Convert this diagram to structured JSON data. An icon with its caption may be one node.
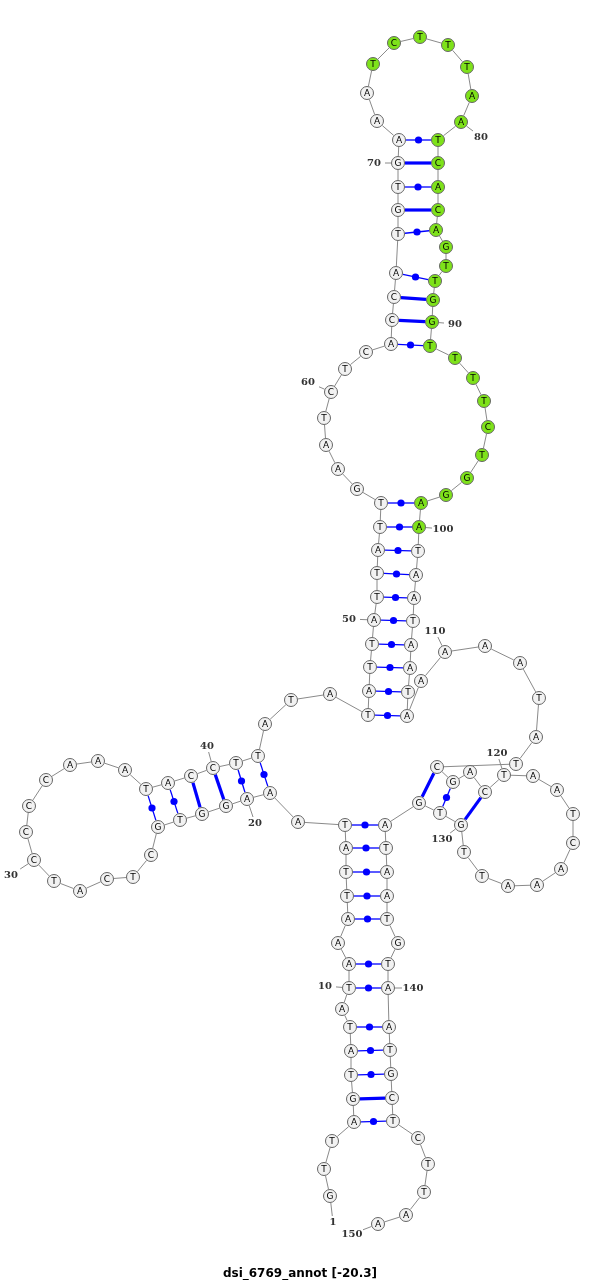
{
  "diagram": {
    "caption": "dsi_6769_annot [-20.3]",
    "nodes": [
      {
        "text": [
          "G"
        ]
      },
      {
        "text": [
          "T"
        ]
      },
      {
        "text": [
          "T"
        ]
      },
      {
        "text": [
          "A"
        ]
      },
      {
        "text": [
          "G"
        ]
      },
      {
        "text": [
          "T"
        ]
      },
      {
        "text": [
          "A"
        ]
      },
      {
        "text": [
          "T"
        ]
      },
      {
        "text": [
          "A"
        ]
      },
      {
        "text": [
          "T"
        ]
      },
      {
        "text": [
          "A"
        ]
      },
      {
        "text": [
          "A"
        ]
      },
      {
        "text": [
          "A"
        ]
      },
      {
        "text": [
          "T"
        ]
      },
      {
        "text": [
          "T"
        ]
      },
      {
        "text": [
          "A"
        ]
      },
      {
        "text": [
          "T"
        ]
      },
      {
        "text": [
          "A"
        ]
      },
      {
        "text": [
          "A"
        ]
      },
      {
        "text": [
          "A"
        ]
      },
      {
        "text": [
          "G"
        ]
      },
      {
        "text": [
          "G"
        ]
      },
      {
        "text": [
          "T"
        ]
      },
      {
        "text": [
          "G"
        ]
      },
      {
        "text": [
          "C"
        ]
      },
      {
        "text": [
          "T"
        ]
      },
      {
        "text": [
          "C"
        ]
      },
      {
        "text": [
          "A"
        ]
      },
      {
        "text": [
          "T"
        ]
      },
      {
        "text": [
          "C"
        ]
      },
      {
        "text": [
          "C"
        ]
      },
      {
        "text": [
          "C"
        ]
      },
      {
        "text": [
          "C"
        ]
      },
      {
        "text": [
          "A"
        ]
      },
      {
        "text": [
          "A"
        ]
      },
      {
        "text": [
          "A"
        ]
      },
      {
        "text": [
          "T"
        ]
      },
      {
        "text": [
          "A"
        ]
      },
      {
        "text": [
          "C"
        ]
      },
      {
        "text": [
          "C"
        ]
      },
      {
        "text": [
          "T"
        ]
      },
      {
        "text": [
          "T"
        ]
      },
      {
        "text": [
          "A"
        ]
      },
      {
        "text": [
          "T"
        ]
      },
      {
        "text": [
          "A"
        ]
      },
      {
        "text": [
          "T"
        ]
      },
      {
        "text": [
          "A"
        ]
      },
      {
        "text": [
          "T"
        ]
      },
      {
        "text": [
          "T"
        ]
      },
      {
        "text": [
          "A"
        ]
      },
      {
        "text": [
          "T"
        ]
      },
      {
        "text": [
          "T"
        ]
      },
      {
        "text": [
          "A"
        ]
      },
      {
        "text": [
          "T"
        ]
      },
      {
        "text": [
          "T"
        ]
      },
      {
        "text": [
          "G"
        ]
      },
      {
        "text": [
          "A"
        ]
      },
      {
        "text": [
          "A"
        ]
      },
      {
        "text": [
          "T"
        ]
      },
      {
        "text": [
          "C"
        ]
      },
      {
        "text": [
          "T"
        ]
      },
      {
        "text": [
          "C"
        ]
      },
      {
        "text": [
          "A"
        ]
      },
      {
        "text": [
          "C"
        ]
      },
      {
        "text": [
          "C"
        ]
      },
      {
        "text": [
          "A"
        ]
      },
      {
        "text": [
          "T"
        ]
      },
      {
        "text": [
          "G"
        ]
      },
      {
        "text": [
          "T"
        ]
      },
      {
        "text": [
          "G"
        ]
      },
      {
        "text": [
          "A"
        ]
      },
      {
        "text": [
          "A"
        ]
      },
      {
        "text": [
          "A"
        ]
      },
      {
        "text": [
          "T"
        ]
      },
      {
        "text": [
          "C"
        ]
      },
      {
        "text": [
          "T"
        ]
      },
      {
        "text": [
          "T"
        ]
      },
      {
        "text": [
          "T"
        ]
      },
      {
        "text": [
          "A"
        ]
      },
      {
        "text": [
          "A"
        ]
      },
      {
        "text": [
          "T"
        ]
      },
      {
        "text": [
          "C"
        ]
      },
      {
        "text": [
          "A"
        ]
      },
      {
        "text": [
          "C"
        ]
      },
      {
        "text": [
          "A"
        ]
      },
      {
        "text": [
          "G"
        ]
      },
      {
        "text": [
          "T"
        ]
      },
      {
        "text": [
          "T"
        ]
      },
      {
        "text": [
          "G"
        ]
      },
      {
        "text": [
          "G"
        ]
      },
      {
        "text": [
          "T"
        ]
      },
      {
        "text": [
          "T"
        ]
      },
      {
        "text": [
          "T"
        ]
      },
      {
        "text": [
          "T"
        ]
      },
      {
        "text": [
          "C"
        ]
      },
      {
        "text": [
          "T"
        ]
      },
      {
        "text": [
          "G"
        ]
      },
      {
        "text": [
          "G"
        ]
      },
      {
        "text": [
          "A"
        ]
      },
      {
        "text": [
          "A"
        ]
      },
      {
        "text": [
          "T"
        ]
      },
      {
        "text": [
          "A"
        ]
      },
      {
        "text": [
          "A"
        ]
      },
      {
        "text": [
          "T"
        ]
      },
      {
        "text": [
          "A"
        ]
      },
      {
        "text": [
          "A"
        ]
      },
      {
        "text": [
          "T"
        ]
      },
      {
        "text": [
          "A"
        ]
      },
      {
        "text": [
          "A"
        ]
      },
      {
        "text": [
          "A"
        ]
      },
      {
        "text": [
          "A"
        ]
      },
      {
        "text": [
          "A"
        ]
      },
      {
        "text": [
          "T"
        ]
      },
      {
        "text": [
          "A"
        ]
      },
      {
        "text": [
          "T"
        ]
      },
      {
        "text": [
          "C"
        ]
      },
      {
        "text": [
          "G"
        ]
      },
      {
        "text": [
          "A"
        ]
      },
      {
        "text": [
          "C"
        ]
      },
      {
        "text": [
          "T"
        ]
      },
      {
        "text": [
          "A"
        ]
      },
      {
        "text": [
          "A"
        ]
      },
      {
        "text": [
          "T"
        ]
      },
      {
        "text": [
          "C"
        ]
      },
      {
        "text": [
          "A"
        ]
      },
      {
        "text": [
          "A"
        ]
      },
      {
        "text": [
          "A"
        ]
      },
      {
        "text": [
          "T"
        ]
      },
      {
        "text": [
          "T"
        ]
      },
      {
        "text": [
          "G"
        ]
      },
      {
        "text": [
          "T"
        ]
      },
      {
        "text": [
          "G"
        ]
      },
      {
        "text": [
          "A"
        ]
      },
      {
        "text": [
          "T"
        ]
      },
      {
        "text": [
          "A"
        ]
      },
      {
        "text": [
          "A"
        ]
      },
      {
        "text": [
          "T"
        ]
      },
      {
        "text": [
          "G"
        ]
      },
      {
        "text": [
          "T"
        ]
      },
      {
        "text": [
          "A"
        ]
      },
      {
        "text": [
          "A"
        ]
      },
      {
        "text": [
          "T"
        ]
      },
      {
        "text": [
          "G"
        ]
      },
      {
        "text": [
          "C"
        ]
      },
      {
        "text": [
          "T"
        ]
      },
      {
        "text": [
          "C"
        ]
      },
      {
        "text": [
          "T"
        ]
      },
      {
        "text": [
          "T"
        ]
      },
      {
        "text": [
          "A"
        ]
      },
      {
        "text": [
          "A"
        ]
      },
      {
        "text": [
          "1"
        ]
      },
      {
        "text": [
          "10"
        ]
      },
      {
        "text": [
          "20"
        ]
      },
      {
        "text": [
          "30"
        ]
      },
      {
        "text": [
          "40"
        ]
      },
      {
        "text": [
          "50"
        ]
      },
      {
        "text": [
          "60"
        ]
      },
      {
        "text": [
          "70"
        ]
      },
      {
        "text": [
          "80"
        ]
      },
      {
        "text": [
          "90"
        ]
      },
      {
        "text": [
          "100"
        ]
      },
      {
        "text": [
          "110"
        ]
      },
      {
        "text": [
          "120"
        ]
      },
      {
        "text": [
          "130"
        ]
      },
      {
        "text": [
          "140"
        ]
      },
      {
        "text": [
          "150"
        ]
      }
    ],
    "edges": [
      {
        "from": 0,
        "to": 1,
        "arrow": "none"
      },
      {
        "from": 1,
        "to": 2,
        "arrow": "none"
      },
      {
        "from": 2,
        "to": 3,
        "arrow": "none"
      },
      {
        "from": 3,
        "to": 4,
        "arrow": "none"
      },
      {
        "from": 4,
        "to": 5,
        "arrow": "none"
      },
      {
        "from": 5,
        "to": 6,
        "arrow": "none"
      },
      {
        "from": 6,
        "to": 7,
        "arrow": "none"
      },
      {
        "from": 7,
        "to": 8,
        "arrow": "none"
      },
      {
        "from": 8,
        "to": 9,
        "arrow": "none"
      },
      {
        "from": 9,
        "to": 10,
        "arrow": "none"
      },
      {
        "from": 10,
        "to": 11,
        "arrow": "none"
      },
      {
        "from": 11,
        "to": 12,
        "arrow": "none"
      },
      {
        "from": 12,
        "to": 13,
        "arrow": "none"
      },
      {
        "from": 13,
        "to": 14,
        "arrow": "none"
      },
      {
        "from": 14,
        "to": 15,
        "arrow": "none"
      },
      {
        "from": 15,
        "to": 16,
        "arrow": "none"
      },
      {
        "from": 16,
        "to": 17,
        "arrow": "none"
      },
      {
        "from": 17,
        "to": 18,
        "arrow": "none"
      },
      {
        "from": 18,
        "to": 19,
        "arrow": "none"
      },
      {
        "from": 19,
        "to": 20,
        "arrow": "none"
      },
      {
        "from": 20,
        "to": 21,
        "arrow": "none"
      },
      {
        "from": 21,
        "to": 22,
        "arrow": "none"
      },
      {
        "from": 22,
        "to": 23,
        "arrow": "none"
      },
      {
        "from": 23,
        "to": 24,
        "arrow": "none"
      },
      {
        "from": 24,
        "to": 25,
        "arrow": "none"
      },
      {
        "from": 25,
        "to": 26,
        "arrow": "none"
      },
      {
        "from": 26,
        "to": 27,
        "arrow": "none"
      },
      {
        "from": 27,
        "to": 28,
        "arrow": "none"
      },
      {
        "from": 28,
        "to": 29,
        "arrow": "none"
      },
      {
        "from": 29,
        "to": 30,
        "arrow": "none"
      },
      {
        "from": 30,
        "to": 31,
        "arrow": "none"
      },
      {
        "from": 31,
        "to": 32,
        "arrow": "none"
      },
      {
        "from": 32,
        "to": 33,
        "arrow": "none"
      },
      {
        "from": 33,
        "to": 34,
        "arrow": "none"
      },
      {
        "from": 34,
        "to": 35,
        "arrow": "none"
      },
      {
        "from": 35,
        "to": 36,
        "arrow": "none"
      },
      {
        "from": 36,
        "to": 37,
        "arrow": "none"
      },
      {
        "from": 37,
        "to": 38,
        "arrow": "none"
      },
      {
        "from": 38,
        "to": 39,
        "arrow": "none"
      },
      {
        "from": 39,
        "to": 40,
        "arrow": "none"
      },
      {
        "from": 40,
        "to": 41,
        "arrow": "none"
      },
      {
        "from": 41,
        "to": 42,
        "arrow": "none"
      },
      {
        "from": 42,
        "to": 43,
        "arrow": "none"
      },
      {
        "from": 43,
        "to": 44,
        "arrow": "none"
      },
      {
        "from": 44,
        "to": 45,
        "arrow": "none"
      },
      {
        "from": 45,
        "to": 46,
        "arrow": "none"
      },
      {
        "from": 46,
        "to": 47,
        "arrow": "none"
      },
      {
        "from": 47,
        "to": 48,
        "arrow": "none"
      },
      {
        "from": 48,
        "to": 49,
        "arrow": "none"
      },
      {
        "from": 49,
        "to": 50,
        "arrow": "none"
      },
      {
        "from": 50,
        "to": 51,
        "arrow": "none"
      },
      {
        "from": 51,
        "to": 52,
        "arrow": "none"
      },
      {
        "from": 52,
        "to": 53,
        "arrow": "none"
      },
      {
        "from": 53,
        "to": 54,
        "arrow": "none"
      },
      {
        "from": 54,
        "to": 55,
        "arrow": "none"
      },
      {
        "from": 55,
        "to": 56,
        "arrow": "none"
      },
      {
        "from": 56,
        "to": 57,
        "arrow": "none"
      },
      {
        "from": 57,
        "to": 58,
        "arrow": "none"
      },
      {
        "from": 58,
        "to": 59,
        "arrow": "none"
      },
      {
        "from": 59,
        "to": 60,
        "arrow": "none"
      },
      {
        "from": 60,
        "to": 61,
        "arrow": "none"
      },
      {
        "from": 61,
        "to": 62,
        "arrow": "none"
      },
      {
        "from": 62,
        "to": 63,
        "arrow": "none"
      },
      {
        "from": 63,
        "to": 64,
        "arrow": "none"
      },
      {
        "from": 64,
        "to": 65,
        "arrow": "none"
      },
      {
        "from": 65,
        "to": 66,
        "arrow": "none"
      },
      {
        "from": 66,
        "to": 67,
        "arrow": "none"
      },
      {
        "from": 67,
        "to": 68,
        "arrow": "none"
      },
      {
        "from": 68,
        "to": 69,
        "arrow": "none"
      },
      {
        "from": 69,
        "to": 70,
        "arrow": "none"
      },
      {
        "from": 70,
        "to": 71,
        "arrow": "none"
      },
      {
        "from": 71,
        "to": 72,
        "arrow": "none"
      },
      {
        "from": 72,
        "to": 73,
        "arrow": "none"
      },
      {
        "from": 73,
        "to": 74,
        "arrow": "none"
      },
      {
        "from": 74,
        "to": 75,
        "arrow": "none"
      },
      {
        "from": 75,
        "to": 76,
        "arrow": "none"
      },
      {
        "from": 76,
        "to": 77,
        "arrow": "none"
      },
      {
        "from": 77,
        "to": 78,
        "arrow": "none"
      },
      {
        "from": 78,
        "to": 79,
        "arrow": "none"
      },
      {
        "from": 79,
        "to": 80,
        "arrow": "none"
      },
      {
        "from": 80,
        "to": 81,
        "arrow": "none"
      },
      {
        "from": 81,
        "to": 82,
        "arrow": "none"
      },
      {
        "from": 82,
        "to": 83,
        "arrow": "none"
      },
      {
        "from": 83,
        "to": 84,
        "arrow": "none"
      },
      {
        "from": 84,
        "to": 85,
        "arrow": "none"
      },
      {
        "from": 85,
        "to": 86,
        "arrow": "none"
      },
      {
        "from": 86,
        "to": 87,
        "arrow": "none"
      },
      {
        "from": 87,
        "to": 88,
        "arrow": "none"
      },
      {
        "from": 88,
        "to": 89,
        "arrow": "none"
      },
      {
        "from": 89,
        "to": 90,
        "arrow": "none"
      },
      {
        "from": 90,
        "to": 91,
        "arrow": "none"
      },
      {
        "from": 91,
        "to": 92,
        "arrow": "none"
      },
      {
        "from": 92,
        "to": 93,
        "arrow": "none"
      },
      {
        "from": 93,
        "to": 94,
        "arrow": "none"
      },
      {
        "from": 94,
        "to": 95,
        "arrow": "none"
      },
      {
        "from": 95,
        "to": 96,
        "arrow": "none"
      },
      {
        "from": 96,
        "to": 97,
        "arrow": "none"
      },
      {
        "from": 97,
        "to": 98,
        "arrow": "none"
      },
      {
        "from": 98,
        "to": 99,
        "arrow": "none"
      },
      {
        "from": 99,
        "to": 100,
        "arrow": "none"
      },
      {
        "from": 100,
        "to": 101,
        "arrow": "none"
      },
      {
        "from": 101,
        "to": 102,
        "arrow": "none"
      },
      {
        "from": 102,
        "to": 103,
        "arrow": "none"
      },
      {
        "from": 103,
        "to": 104,
        "arrow": "none"
      },
      {
        "from": 104,
        "to": 105,
        "arrow": "none"
      },
      {
        "from": 105,
        "to": 106,
        "arrow": "none"
      },
      {
        "from": 106,
        "to": 107,
        "arrow": "none"
      },
      {
        "from": 107,
        "to": 108,
        "arrow": "none"
      },
      {
        "from": 108,
        "to": 109,
        "arrow": "none"
      },
      {
        "from": 109,
        "to": 110,
        "arrow": "none"
      },
      {
        "from": 110,
        "to": 111,
        "arrow": "none"
      },
      {
        "from": 111,
        "to": 112,
        "arrow": "none"
      },
      {
        "from": 112,
        "to": 113,
        "arrow": "none"
      },
      {
        "from": 113,
        "to": 114,
        "arrow": "none"
      },
      {
        "from": 114,
        "to": 115,
        "arrow": "none"
      },
      {
        "from": 115,
        "to": 116,
        "arrow": "none"
      },
      {
        "from": 116,
        "to": 117,
        "arrow": "none"
      },
      {
        "from": 117,
        "to": 118,
        "arrow": "none"
      },
      {
        "from": 118,
        "to": 119,
        "arrow": "none"
      },
      {
        "from": 119,
        "to": 120,
        "arrow": "none"
      },
      {
        "from": 120,
        "to": 121,
        "arrow": "none"
      },
      {
        "from": 121,
        "to": 122,
        "arrow": "none"
      },
      {
        "from": 122,
        "to": 123,
        "arrow": "none"
      },
      {
        "from": 123,
        "to": 124,
        "arrow": "none"
      },
      {
        "from": 124,
        "to": 125,
        "arrow": "none"
      },
      {
        "from": 125,
        "to": 126,
        "arrow": "none"
      },
      {
        "from": 126,
        "to": 127,
        "arrow": "none"
      },
      {
        "from": 127,
        "to": 128,
        "arrow": "none"
      },
      {
        "from": 128,
        "to": 129,
        "arrow": "none"
      },
      {
        "from": 129,
        "to": 130,
        "arrow": "none"
      },
      {
        "from": 130,
        "to": 131,
        "arrow": "none"
      },
      {
        "from": 131,
        "to": 132,
        "arrow": "none"
      },
      {
        "from": 132,
        "to": 133,
        "arrow": "none"
      },
      {
        "from": 133,
        "to": 134,
        "arrow": "none"
      },
      {
        "from": 134,
        "to": 135,
        "arrow": "none"
      },
      {
        "from": 135,
        "to": 136,
        "arrow": "none"
      },
      {
        "from": 136,
        "to": 137,
        "arrow": "none"
      },
      {
        "from": 137,
        "to": 138,
        "arrow": "none"
      },
      {
        "from": 138,
        "to": 139,
        "arrow": "none"
      },
      {
        "from": 139,
        "to": 140,
        "arrow": "none"
      },
      {
        "from": 140,
        "to": 141,
        "arrow": "none"
      },
      {
        "from": 141,
        "to": 142,
        "arrow": "none"
      },
      {
        "from": 142,
        "to": 143,
        "arrow": "none"
      },
      {
        "from": 143,
        "to": 144,
        "arrow": "none"
      },
      {
        "from": 144,
        "to": 145,
        "arrow": "none"
      },
      {
        "from": 145,
        "to": 146,
        "arrow": "none"
      },
      {
        "from": 146,
        "to": 147,
        "arrow": "none"
      },
      {
        "from": 147,
        "to": 148,
        "arrow": "none"
      },
      {
        "from": 148,
        "to": 149,
        "arrow": "none"
      },
      {
        "from": 3,
        "to": 144,
        "arrow": "none",
        "color": "#0000ff"
      },
      {
        "from": 4,
        "to": 143,
        "arrow": "none",
        "color": "#0000ff",
        "style": "thick"
      },
      {
        "from": 5,
        "to": 142,
        "arrow": "none",
        "color": "#0000ff"
      },
      {
        "from": 6,
        "to": 141,
        "arrow": "none",
        "color": "#0000ff"
      },
      {
        "from": 7,
        "to": 140,
        "arrow": "none",
        "color": "#0000ff"
      },
      {
        "from": 9,
        "to": 139,
        "arrow": "none",
        "color": "#0000ff"
      },
      {
        "from": 10,
        "to": 138,
        "arrow": "none",
        "color": "#0000ff"
      },
      {
        "from": 12,
        "to": 136,
        "arrow": "none",
        "color": "#0000ff"
      },
      {
        "from": 13,
        "to": 135,
        "arrow": "none",
        "color": "#0000ff"
      },
      {
        "from": 14,
        "to": 134,
        "arrow": "none",
        "color": "#0000ff"
      },
      {
        "from": 15,
        "to": 133,
        "arrow": "none",
        "color": "#0000ff"
      },
      {
        "from": 16,
        "to": 132,
        "arrow": "none",
        "color": "#0000ff"
      },
      {
        "from": 36,
        "to": 23,
        "arrow": "none",
        "color": "#0000ff"
      },
      {
        "from": 37,
        "to": 22,
        "arrow": "none",
        "color": "#0000ff"
      },
      {
        "from": 38,
        "to": 21,
        "arrow": "none",
        "color": "#0000ff",
        "style": "thick"
      },
      {
        "from": 39,
        "to": 20,
        "arrow": "none",
        "color": "#0000ff",
        "style": "thick"
      },
      {
        "from": 40,
        "to": 19,
        "arrow": "none",
        "color": "#0000ff"
      },
      {
        "from": 41,
        "to": 18,
        "arrow": "none",
        "color": "#0000ff"
      },
      {
        "from": 45,
        "to": 107,
        "arrow": "none",
        "color": "#0000ff"
      },
      {
        "from": 46,
        "to": 106,
        "arrow": "none",
        "color": "#0000ff"
      },
      {
        "from": 47,
        "to": 105,
        "arrow": "none",
        "color": "#0000ff"
      },
      {
        "from": 48,
        "to": 104,
        "arrow": "none",
        "color": "#0000ff"
      },
      {
        "from": 49,
        "to": 103,
        "arrow": "none",
        "color": "#0000ff"
      },
      {
        "from": 50,
        "to": 102,
        "arrow": "none",
        "color": "#0000ff"
      },
      {
        "from": 51,
        "to": 101,
        "arrow": "none",
        "color": "#0000ff"
      },
      {
        "from": 52,
        "to": 100,
        "arrow": "none",
        "color": "#0000ff"
      },
      {
        "from": 53,
        "to": 99,
        "arrow": "none",
        "color": "#0000ff"
      },
      {
        "from": 54,
        "to": 98,
        "arrow": "none",
        "color": "#0000ff"
      },
      {
        "from": 62,
        "to": 90,
        "arrow": "none",
        "color": "#0000ff"
      },
      {
        "from": 63,
        "to": 89,
        "arrow": "none",
        "color": "#0000ff",
        "style": "thick"
      },
      {
        "from": 64,
        "to": 88,
        "arrow": "none",
        "color": "#0000ff",
        "style": "thick"
      },
      {
        "from": 65,
        "to": 87,
        "arrow": "none",
        "color": "#0000ff"
      },
      {
        "from": 66,
        "to": 84,
        "arrow": "none",
        "color": "#0000ff"
      },
      {
        "from": 67,
        "to": 83,
        "arrow": "none",
        "color": "#0000ff",
        "style": "thick"
      },
      {
        "from": 68,
        "to": 82,
        "arrow": "none",
        "color": "#0000ff"
      },
      {
        "from": 69,
        "to": 81,
        "arrow": "none",
        "color": "#0000ff",
        "style": "thick"
      },
      {
        "from": 70,
        "to": 80,
        "arrow": "none",
        "color": "#0000ff"
      },
      {
        "from": 115,
        "to": 131,
        "arrow": "none",
        "color": "#0000ff",
        "style": "thick"
      },
      {
        "from": 116,
        "to": 130,
        "arrow": "none",
        "color": "#0000ff"
      },
      {
        "from": 118,
        "to": 129,
        "arrow": "none",
        "color": "#0000ff",
        "style": "thick"
      },
      {
        "from": 150,
        "to": 0,
        "arrow": "none"
      },
      {
        "from": 151,
        "to": 9,
        "arrow": "none"
      },
      {
        "from": 152,
        "to": 19,
        "arrow": "none"
      },
      {
        "from": 153,
        "to": 29,
        "arrow": "none"
      },
      {
        "from": 154,
        "to": 39,
        "arrow": "none"
      },
      {
        "from": 155,
        "to": 49,
        "arrow": "none"
      },
      {
        "from": 156,
        "to": 59,
        "arrow": "none"
      },
      {
        "from": 157,
        "to": 69,
        "arrow": "none"
      },
      {
        "from": 158,
        "to": 79,
        "arrow": "none"
      },
      {
        "from": 159,
        "to": 89,
        "arrow": "none"
      },
      {
        "from": 160,
        "to": 99,
        "arrow": "none"
      },
      {
        "from": 161,
        "to": 109,
        "arrow": "none"
      },
      {
        "from": 162,
        "to": 119,
        "arrow": "none"
      },
      {
        "from": 163,
        "to": 129,
        "arrow": "none"
      },
      {
        "from": 164,
        "to": 139,
        "arrow": "none"
      },
      {
        "from": 165,
        "to": 149,
        "arrow": "none"
      }
    ]
  }
}
